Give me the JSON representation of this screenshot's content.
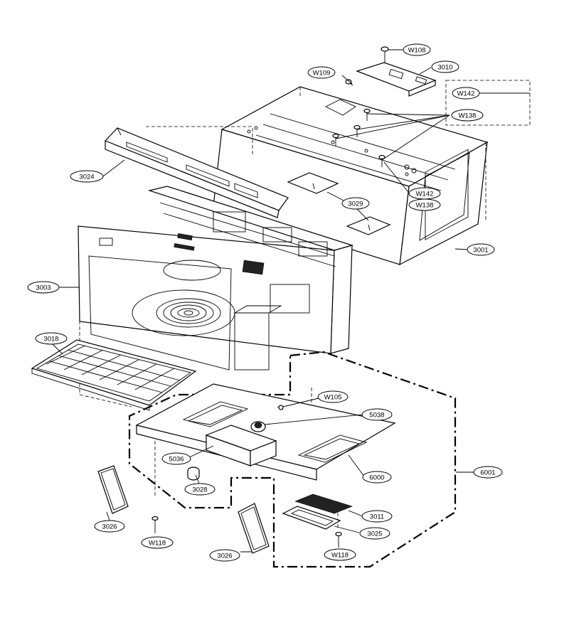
{
  "labels": {
    "w108": "W108",
    "w109": "W109",
    "l3010": "3010",
    "w142_top": "W142",
    "w138_top": "W138",
    "l3024": "3024",
    "w142_mid": "W142",
    "w138_mid": "W138",
    "l3029": "3029",
    "l3001": "3001",
    "l3003": "3003",
    "l3018": "3018",
    "w105": "W105",
    "l5038": "5038",
    "l5036": "5036",
    "l6000": "6000",
    "l6001": "6001",
    "l3028": "3028",
    "l3011": "3011",
    "l3025": "3025",
    "l3026_left": "3026",
    "w118_left": "W118",
    "l3026_right": "3026",
    "w118_right": "W118"
  }
}
